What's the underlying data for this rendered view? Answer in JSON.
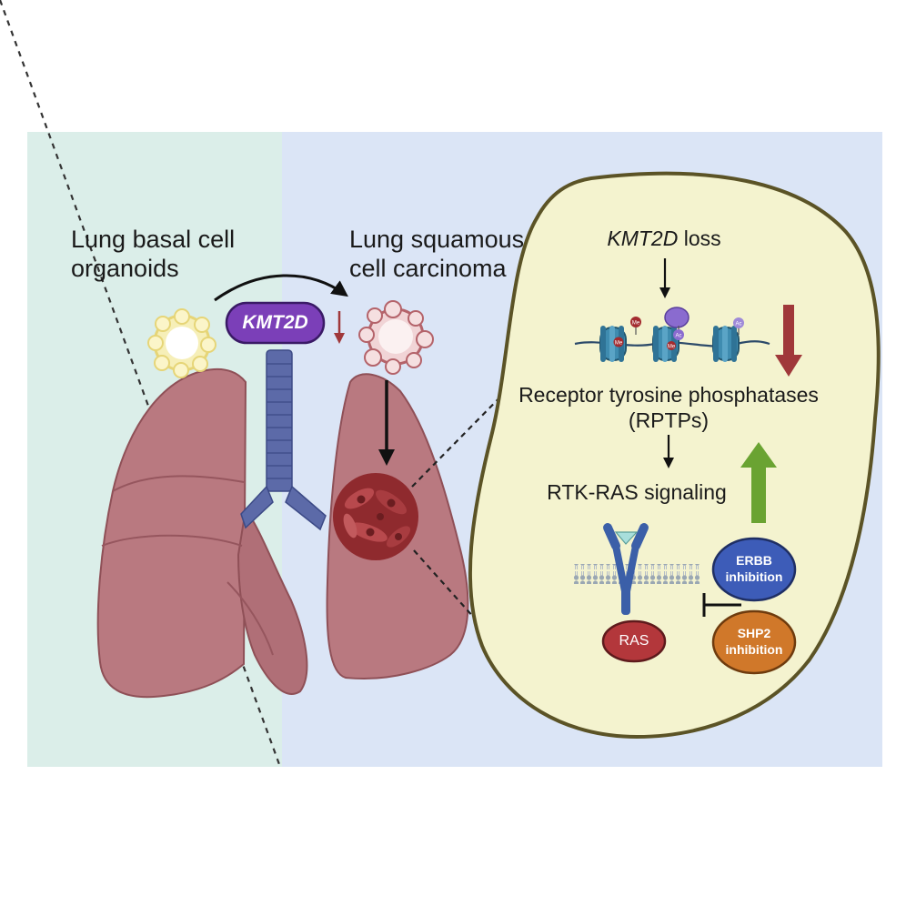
{
  "left_panel": {
    "title_line1": "Lung basal cell",
    "title_line2": "organoids"
  },
  "right_panel": {
    "title_line1": "Lung squamous",
    "title_line2": "cell carcinoma"
  },
  "gene_pill": {
    "label": "KMT2D"
  },
  "inset": {
    "loss_gene": "KMT2D",
    "loss_word": " loss",
    "rptp_line1": "Receptor tyrosine phosphatases",
    "rptp_line2": "(RPTPs)",
    "signaling": "RTK-RAS signaling",
    "ras_label": "RAS",
    "erbb_line1": "ERBB",
    "erbb_line2": "inhibition",
    "shp2_line1": "SHP2",
    "shp2_line2": "inhibition",
    "mark_me": "Me",
    "mark_ac": "Ac"
  },
  "colors": {
    "left_bg": "#dbeee9",
    "right_bg": "#dbe5f6",
    "inset_fill": "#f4f3cf",
    "inset_stroke": "#5b5326",
    "lung": "#b97980",
    "trachea": "#5c6aa8",
    "pill": "#7b3fb8",
    "down_arrow": "#a0383a",
    "up_arrow": "#6aa332",
    "ras": "#b3373b",
    "erbb": "#3d5cb8",
    "shp2": "#d0782a",
    "nucleosome": "#3f8cb0",
    "receptor": "#3b5fa8"
  },
  "icons": [
    "basal-organoid-icon",
    "tumor-organoid-icon",
    "lung-icon",
    "trachea-icon",
    "tumor-mass-icon",
    "nucleosome-icon",
    "receptor-icon",
    "membrane-icon"
  ]
}
